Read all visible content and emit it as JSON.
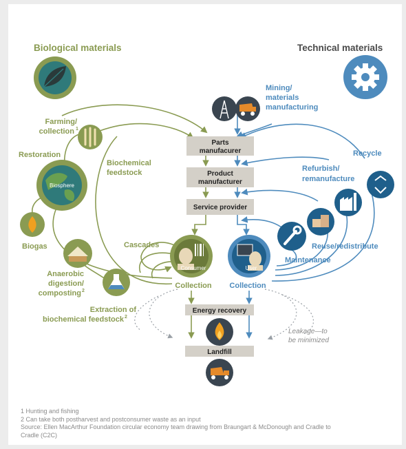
{
  "colors": {
    "bio": "#8a9b52",
    "bio_dark": "#6b7a3a",
    "bio_light": "#c2cc98",
    "tech": "#4e8bbd",
    "tech_dark": "#1f5f8b",
    "tech_light": "#9fc1dc",
    "box": "#d4d0c8",
    "icon_dark": "#3a4550",
    "flame": "#f0a020"
  },
  "headers": {
    "biological": "Biological materials",
    "technical": "Technical materials"
  },
  "icons": {
    "biological": "leaf-icon",
    "technical": "gear-icon",
    "mining": "oil-derrick-icon",
    "mining2": "mining-truck-icon",
    "farming": "wheat-icon",
    "biogas": "flame-icon",
    "digestion": "compost-icon",
    "extraction": "flask-icon",
    "consumer": "barcode-consumer-icon",
    "user": "computer-user-icon",
    "maintenance": "wrench-icon",
    "reuse": "boxes-icon",
    "refurbish": "factory-icon",
    "recycle": "recycle-icon",
    "energy": "fire-icon",
    "landfill": "dump-truck-icon"
  },
  "bio": {
    "farming": [
      "Farming/",
      "collection"
    ],
    "farming_sup": "1",
    "restoration": "Restoration",
    "biosphere": "Biosphere",
    "biochemical": [
      "Biochemical",
      "feedstock"
    ],
    "biogas": "Biogas",
    "anaerobic": [
      "Anaerobic",
      "digestion/",
      "composting"
    ],
    "anaerobic_sup": "2",
    "extraction": [
      "Extraction of",
      "biochemical feedstock"
    ],
    "extraction_sup": "2",
    "cascades": "Cascades",
    "consumer": "Consumer",
    "collection": "Collection"
  },
  "tech": {
    "mining": [
      "Mining/",
      "materials",
      "manufacturing"
    ],
    "recycle": "Recycle",
    "refurbish": [
      "Refurbish/",
      "remanufacture"
    ],
    "reuse": "Reuse/redistribute",
    "maintenance": "Maintenance",
    "user": "User",
    "collection": "Collection"
  },
  "center": {
    "parts": [
      "Parts",
      "manufacurer"
    ],
    "product": [
      "Product",
      "manufacturer"
    ],
    "service": "Service provider",
    "energy": "Energy recovery",
    "landfill": "Landfill",
    "leakage": [
      "Leakage—to",
      "be minimized"
    ]
  },
  "footnotes": [
    "1 Hunting and fishing",
    "2 Can take both postharvest and postconsumer waste as an input",
    "Source: Ellen MacArthur Foundation circular economy team drawing from Braungart & McDonough and Cradle to",
    "Cradle (C2C)"
  ]
}
